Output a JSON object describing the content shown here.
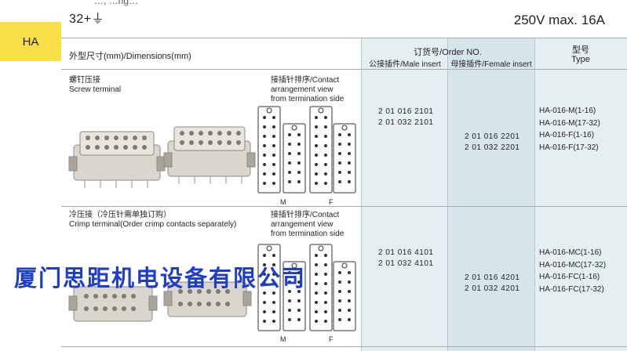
{
  "header": {
    "top_cut_text": "…, …ng…",
    "pole_count": "32+⏚",
    "rating": "250V max. 16A",
    "series_tab": "HA"
  },
  "table": {
    "dimensions_label": "外型尺寸(mm)/Dimensions(mm)",
    "order_title": "订货号/Order NO.",
    "male_head": "公接插件/Male insert",
    "female_head": "母接插件/Female insert",
    "type_head_cn": "型号",
    "type_head_en": "Type"
  },
  "sections": [
    {
      "title_cn": "螺钉压接",
      "title_en": "Screw terminal",
      "contact_cn": "接插针排序/Contact",
      "contact_en1": "arrangement view",
      "contact_en2": "from termination side",
      "label_m": "M",
      "label_f": "F",
      "male_orders": [
        "2 01 016 2101",
        "2 01 032 2101"
      ],
      "female_orders": [
        "2 01 016 2201",
        "2 01 032 2201"
      ],
      "types": [
        "HA-016-M(1-16)",
        "HA-016-M(17-32)",
        "HA-016-F(1-16)",
        "HA-016-F(17-32)"
      ]
    },
    {
      "title_cn": "冷压接（冷压针需单独订购）",
      "title_en": "Crimp terminal(Order crimp contacts separately)",
      "contact_cn": "接插针排序/Contact",
      "contact_en1": "arrangement view",
      "contact_en2": "from termination side",
      "label_m": "M",
      "label_f": "F",
      "male_orders": [
        "2 01 016 4101",
        "2 01 032 4101"
      ],
      "female_orders": [
        "2 01 016 4201",
        "2 01 032 4201"
      ],
      "types": [
        "HA-016-MC(1-16)",
        "HA-016-MC(17-32)",
        "HA-016-FC(1-16)",
        "HA-016-FC(17-32)"
      ]
    }
  ],
  "watermark": "厦门思距机电设备有限公司",
  "colors": {
    "tab_yellow": "#f9e04a",
    "column_light": "#e5eef1",
    "column_mid": "#d6e5eb",
    "watermark_blue": "#1e3ec8"
  },
  "icons": [
    "ground-symbol-icon",
    "connector-insert-illustration",
    "contact-arrangement-diagram"
  ]
}
